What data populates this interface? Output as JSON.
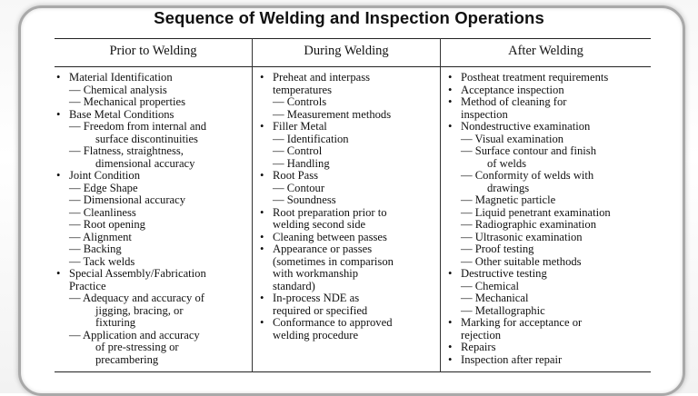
{
  "title": "Sequence of Welding and Inspection Operations",
  "columns": [
    {
      "header": "Prior to Welding",
      "rows": [
        {
          "t": "bullet",
          "text": "Material Identification"
        },
        {
          "t": "sub",
          "text": "— Chemical analysis"
        },
        {
          "t": "sub",
          "text": "— Mechanical properties"
        },
        {
          "t": "bullet",
          "text": "Base Metal Conditions"
        },
        {
          "t": "sub",
          "text": "— Freedom from internal and"
        },
        {
          "t": "subcont",
          "text": "surface discontinuities"
        },
        {
          "t": "sub",
          "text": "— Flatness, straightness,"
        },
        {
          "t": "subcont",
          "text": "dimensional accuracy"
        },
        {
          "t": "bullet",
          "text": "Joint Condition"
        },
        {
          "t": "sub",
          "text": "— Edge Shape"
        },
        {
          "t": "sub",
          "text": "— Dimensional accuracy"
        },
        {
          "t": "sub",
          "text": "— Cleanliness"
        },
        {
          "t": "sub",
          "text": "— Root opening"
        },
        {
          "t": "sub",
          "text": "— Alignment"
        },
        {
          "t": "sub",
          "text": "— Backing"
        },
        {
          "t": "sub",
          "text": "— Tack welds"
        },
        {
          "t": "bullet",
          "text": "Special Assembly/Fabrication"
        },
        {
          "t": "cont",
          "text": "Practice"
        },
        {
          "t": "sub",
          "text": "— Adequacy and accuracy of"
        },
        {
          "t": "subcont",
          "text": "jigging, bracing, or"
        },
        {
          "t": "subcont",
          "text": "fixturing"
        },
        {
          "t": "sub",
          "text": "— Application and accuracy"
        },
        {
          "t": "subcont",
          "text": "of pre-stressing or"
        },
        {
          "t": "subcont",
          "text": "precambering"
        }
      ]
    },
    {
      "header": "During Welding",
      "rows": [
        {
          "t": "bullet",
          "text": "Preheat and interpass"
        },
        {
          "t": "cont",
          "text": "temperatures"
        },
        {
          "t": "sub",
          "text": "— Controls"
        },
        {
          "t": "sub",
          "text": "— Measurement methods"
        },
        {
          "t": "bullet",
          "text": "Filler Metal"
        },
        {
          "t": "sub",
          "text": "— Identification"
        },
        {
          "t": "sub",
          "text": "— Control"
        },
        {
          "t": "sub",
          "text": "— Handling"
        },
        {
          "t": "bullet",
          "text": "Root Pass"
        },
        {
          "t": "sub",
          "text": "— Contour"
        },
        {
          "t": "sub",
          "text": "— Soundness"
        },
        {
          "t": "bullet",
          "text": "Root preparation prior to"
        },
        {
          "t": "cont",
          "text": "welding second side"
        },
        {
          "t": "bullet",
          "text": "Cleaning between passes"
        },
        {
          "t": "bullet",
          "text": "Appearance or passes"
        },
        {
          "t": "cont",
          "text": "(sometimes in comparison"
        },
        {
          "t": "cont",
          "text": "with workmanship"
        },
        {
          "t": "cont",
          "text": "standard)"
        },
        {
          "t": "bullet",
          "text": "In-process NDE as"
        },
        {
          "t": "cont",
          "text": "required or specified"
        },
        {
          "t": "bullet",
          "text": "Conformance to approved"
        },
        {
          "t": "cont",
          "text": "welding procedure"
        }
      ]
    },
    {
      "header": "After Welding",
      "rows": [
        {
          "t": "bullet",
          "text": "Postheat treatment requirements"
        },
        {
          "t": "bullet",
          "text": "Acceptance inspection"
        },
        {
          "t": "bullet",
          "text": "Method of cleaning for"
        },
        {
          "t": "cont",
          "text": "inspection"
        },
        {
          "t": "bullet",
          "text": "Nondestructive examination"
        },
        {
          "t": "sub",
          "text": "— Visual examination"
        },
        {
          "t": "sub",
          "text": "— Surface contour and finish"
        },
        {
          "t": "subcont",
          "text": "of welds"
        },
        {
          "t": "sub",
          "text": "— Conformity of welds with"
        },
        {
          "t": "subcont",
          "text": "drawings"
        },
        {
          "t": "sub",
          "text": "— Magnetic particle"
        },
        {
          "t": "sub",
          "text": "— Liquid penetrant examination"
        },
        {
          "t": "sub",
          "text": "— Radiographic examination"
        },
        {
          "t": "sub",
          "text": "— Ultrasonic examination"
        },
        {
          "t": "sub",
          "text": "— Proof testing"
        },
        {
          "t": "sub",
          "text": "— Other suitable methods"
        },
        {
          "t": "bullet",
          "text": "Destructive testing"
        },
        {
          "t": "sub",
          "text": "— Chemical"
        },
        {
          "t": "sub",
          "text": "— Mechanical"
        },
        {
          "t": "sub",
          "text": "— Metallographic"
        },
        {
          "t": "bullet",
          "text": "Marking for acceptance or"
        },
        {
          "t": "cont",
          "text": "rejection"
        },
        {
          "t": "bullet",
          "text": "Repairs"
        },
        {
          "t": "bullet",
          "text": "Inspection after repair"
        }
      ]
    }
  ],
  "bullet_char": "•"
}
